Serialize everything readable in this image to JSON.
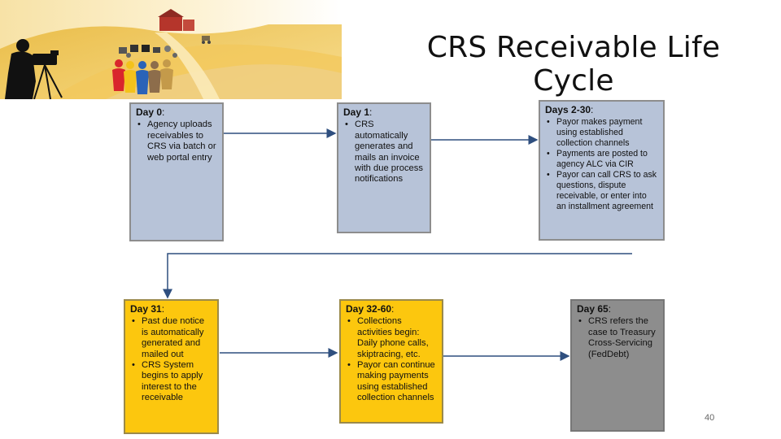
{
  "title": "CRS Receivable Life Cycle",
  "page_number": "40",
  "colors": {
    "blue_box": "#b7c3d8",
    "yellow_box": "#fcc70e",
    "gray_box": "#8d8d8d",
    "arrow": "#2f4f7f"
  },
  "steps": [
    {
      "heading": "Day 0",
      "bullets": [
        "Agency uploads receivables to CRS via batch or web portal entry"
      ]
    },
    {
      "heading": "Day 1",
      "bullets": [
        "CRS automatically generates and mails an invoice with due process notifications"
      ]
    },
    {
      "heading": "Days 2-30",
      "bullets": [
        "Payor makes payment using established collection channels",
        "Payments are posted to agency ALC via CIR",
        "Payor can call CRS to ask questions, dispute receivable, or enter into an installment agreement"
      ]
    },
    {
      "heading": "Day 31",
      "bullets": [
        "Past due notice is automatically generated and mailed out",
        "CRS System begins to apply interest to the receivable"
      ]
    },
    {
      "heading": "Day 32-60",
      "bullets": [
        "Collections activities begin: Daily phone calls, skiptracing, etc.",
        "Payor can continue making payments using established collection channels"
      ]
    },
    {
      "heading": "Day 65",
      "bullets": [
        "CRS refers the case to Treasury Cross-Servicing (FedDebt)"
      ]
    }
  ]
}
